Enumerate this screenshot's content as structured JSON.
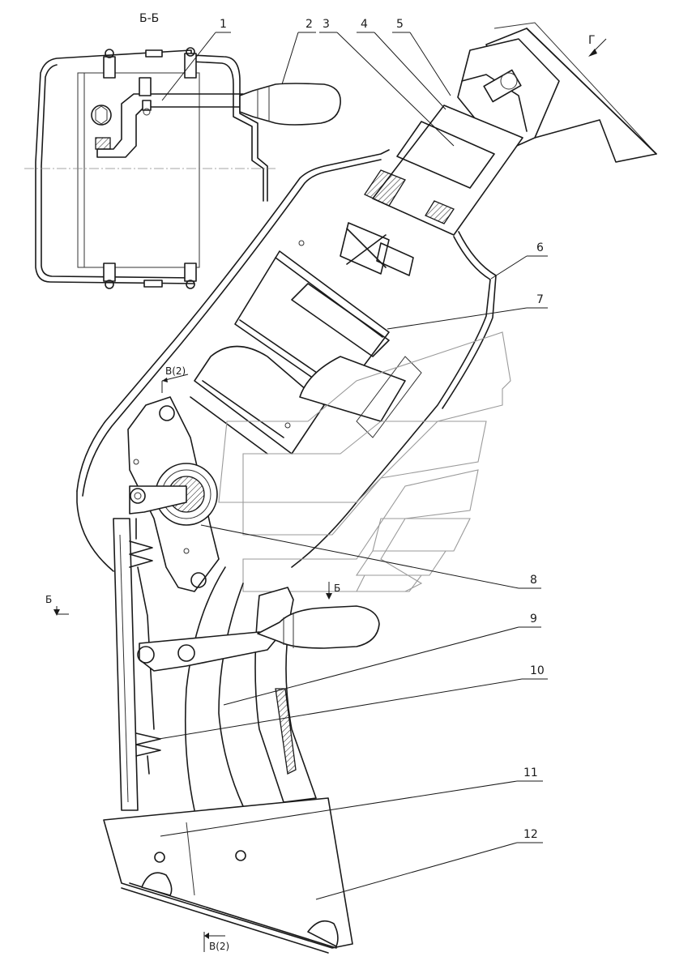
{
  "section_labels": {
    "section_bb": "Б-Б",
    "view_g": "Г",
    "view_b_top": "В(2)",
    "view_b_bottom": "В(2)",
    "cut_b_left": "Б",
    "cut_b_right": "Б"
  },
  "callouts": [
    "1",
    "2",
    "3",
    "4",
    "5",
    "6",
    "7",
    "8",
    "9",
    "10",
    "11",
    "12"
  ]
}
